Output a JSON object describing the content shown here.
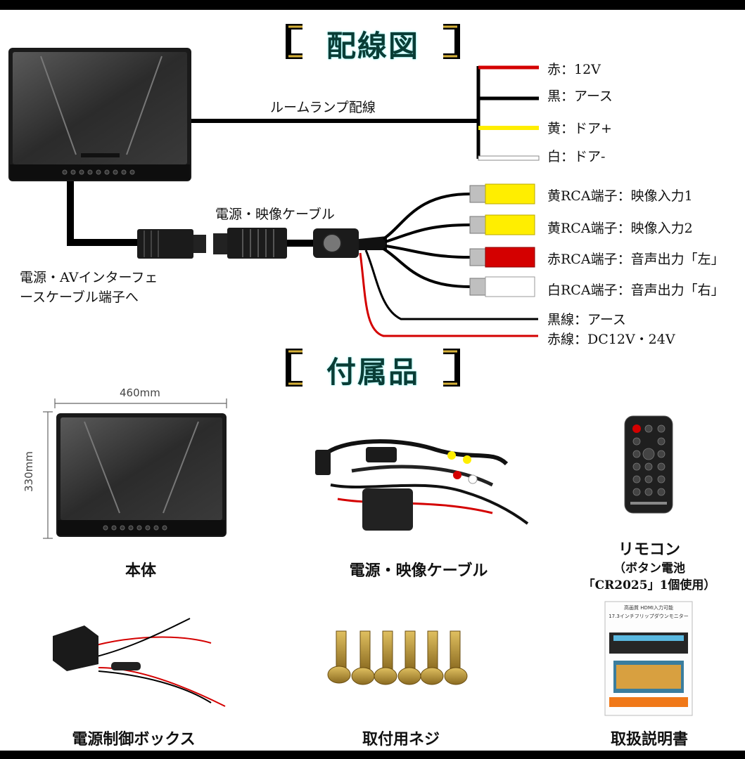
{
  "section_titles": {
    "wiring": "配線図",
    "accessories": "付属品"
  },
  "room_lamp": {
    "cable_label": "ルームランプ配線",
    "wires": [
      {
        "label": "赤：12V",
        "color": "#d40000"
      },
      {
        "label": "黒：アース",
        "color": "#000000"
      },
      {
        "label": "黄：ドア+",
        "color": "#ffee00"
      },
      {
        "label": "白：ドア-",
        "color": "#ffffff"
      }
    ]
  },
  "power_cable": {
    "label": "電源・映像ケーブル",
    "connector_label_line1": "電源・AVインターフェ",
    "connector_label_line2": "ースケーブル端子へ",
    "rca": [
      {
        "label": "黄RCA端子：映像入力1",
        "color": "#ffee00"
      },
      {
        "label": "黄RCA端子：映像入力2",
        "color": "#ffee00"
      },
      {
        "label": "赤RCA端子：音声出力「左」",
        "color": "#d40000"
      },
      {
        "label": "白RCA端子：音声出力「右」",
        "color": "#ffffff"
      }
    ],
    "ground": "黒線：アース",
    "power": "赤線：DC12V・24V"
  },
  "dimensions": {
    "width": "460mm",
    "height": "330mm"
  },
  "items": [
    {
      "caption": "本体"
    },
    {
      "caption": "電源・映像ケーブル"
    },
    {
      "caption": "リモコン",
      "note1": "（ボタン電池",
      "note2": "「CR2025」1個使用）"
    },
    {
      "caption": "電源制御ボックス"
    },
    {
      "caption": "取付用ネジ"
    },
    {
      "caption": "取扱説明書"
    }
  ],
  "manual": {
    "line1": "高画質 HDMI入力可能",
    "line2": "17.3インチフリップダウンモニター"
  }
}
